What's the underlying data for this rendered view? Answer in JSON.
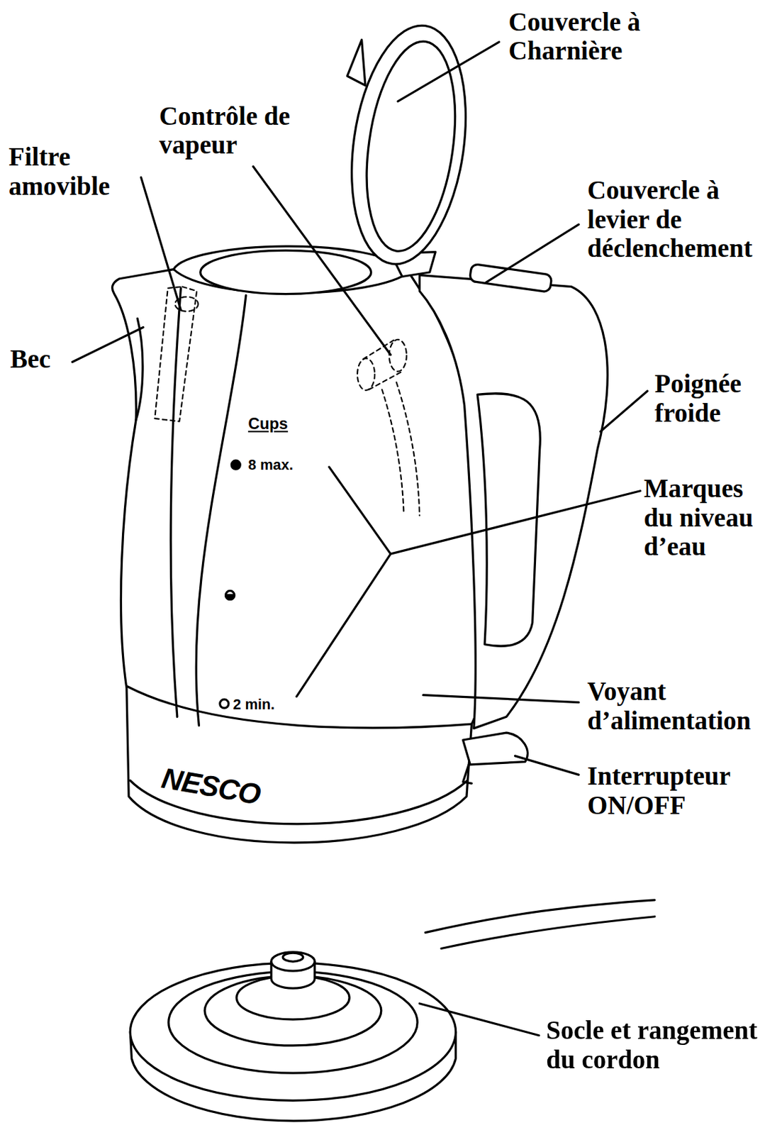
{
  "diagram": {
    "labels": [
      "Couvercle à Charnière",
      "Contrôle de vapeur",
      "Filtre amovible",
      "Couvercle à levier de déclenchement",
      "Bec",
      "Poignée froide",
      "Cups",
      "8 max.",
      "Marques du niveau d’eau",
      "2 min.",
      "Voyant d’alimentation",
      "Interrupteur ON/OFF",
      "NESCO",
      "Socle et rangement du cordon"
    ]
  }
}
